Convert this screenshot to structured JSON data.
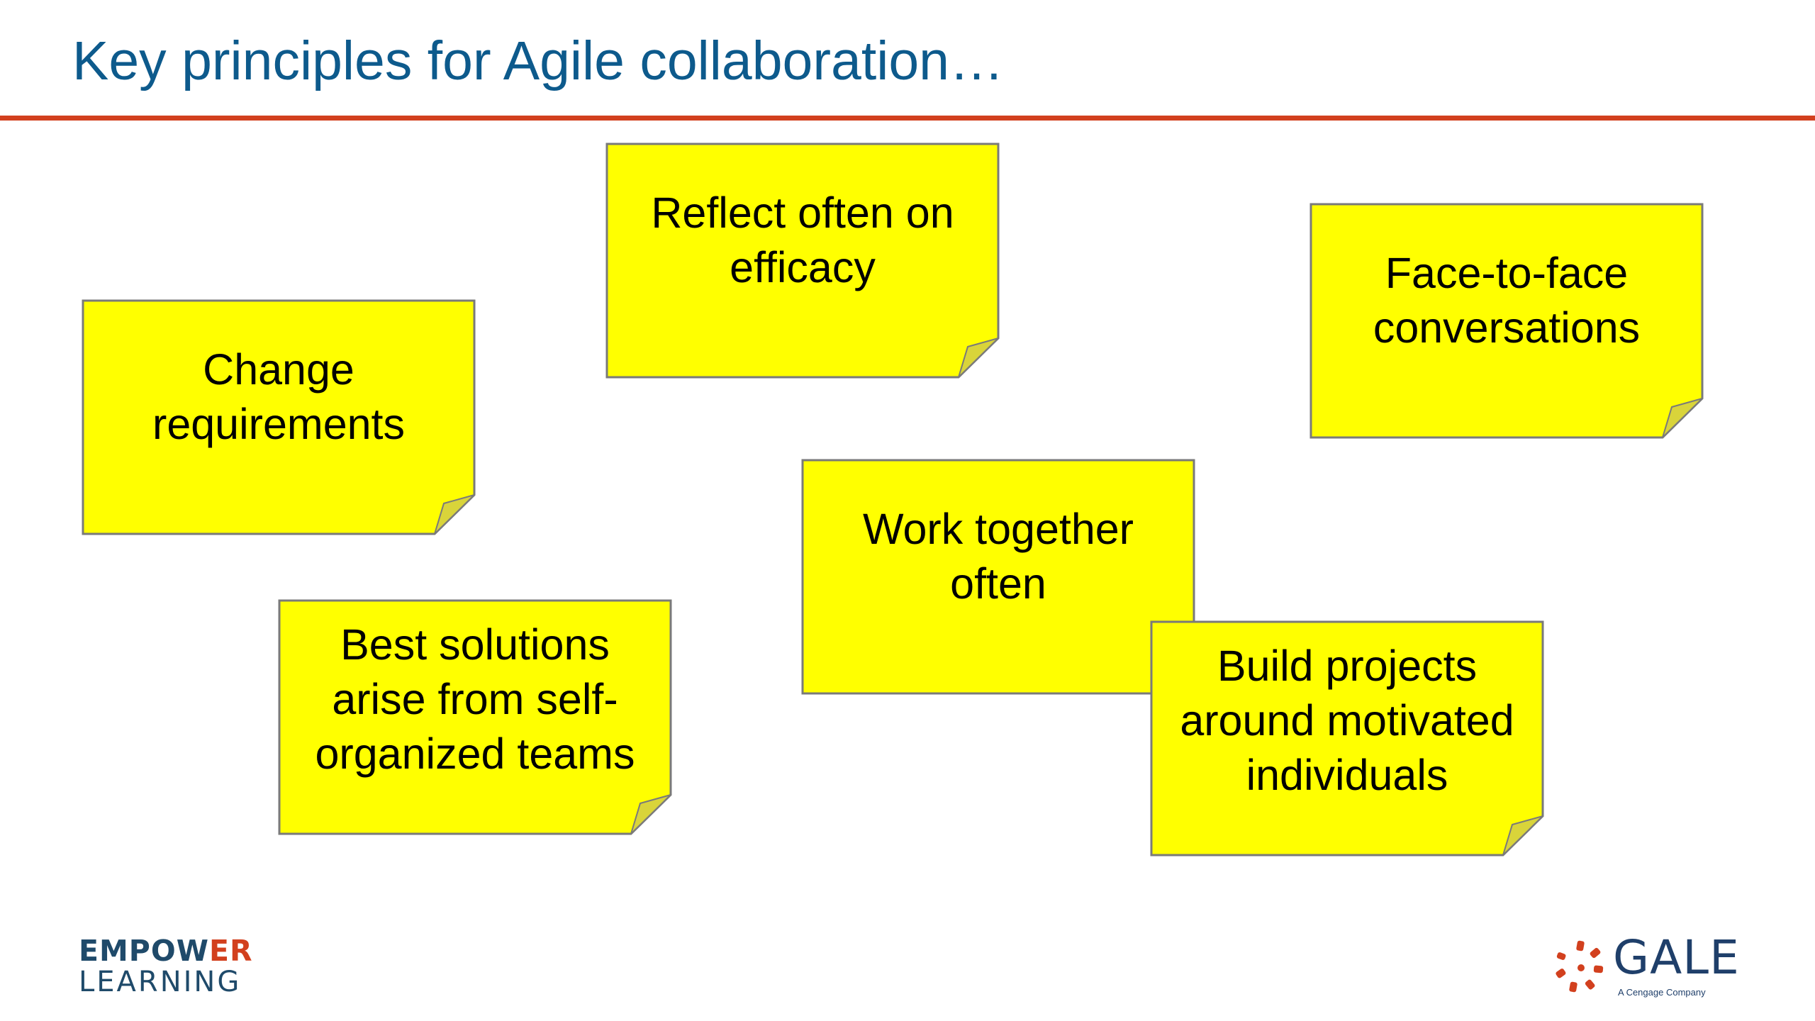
{
  "slide": {
    "title": "Key principles for Agile collaboration…"
  },
  "notes": [
    {
      "id": "reflect",
      "lines": [
        "Reflect often on",
        "efficacy"
      ]
    },
    {
      "id": "face",
      "lines": [
        "Face-to-face",
        "conversations"
      ]
    },
    {
      "id": "change",
      "lines": [
        "Change",
        "requirements"
      ]
    },
    {
      "id": "work",
      "lines": [
        "Work together",
        "often"
      ]
    },
    {
      "id": "best",
      "lines": [
        "Best solutions",
        "arise from self-",
        "organized teams"
      ]
    },
    {
      "id": "build",
      "lines": [
        "Build projects",
        "around motivated",
        "individuals"
      ]
    }
  ],
  "logos": {
    "empower": {
      "part1": "EMPOW",
      "part2": "ER",
      "line2": "LEARNING"
    },
    "gale": {
      "word": "GALE",
      "sub": "A Cengage Company"
    }
  },
  "colors": {
    "title": "#0d5a8c",
    "rule": "#d2401e",
    "note_fill": "#ffff00",
    "note_border": "#7a7a7a",
    "note_curl": "#d9d43a",
    "empower_blue": "#1f4a6a",
    "empower_red": "#d2401e",
    "gale_text": "#1f3f6a",
    "gale_mark": "#d2401e"
  }
}
